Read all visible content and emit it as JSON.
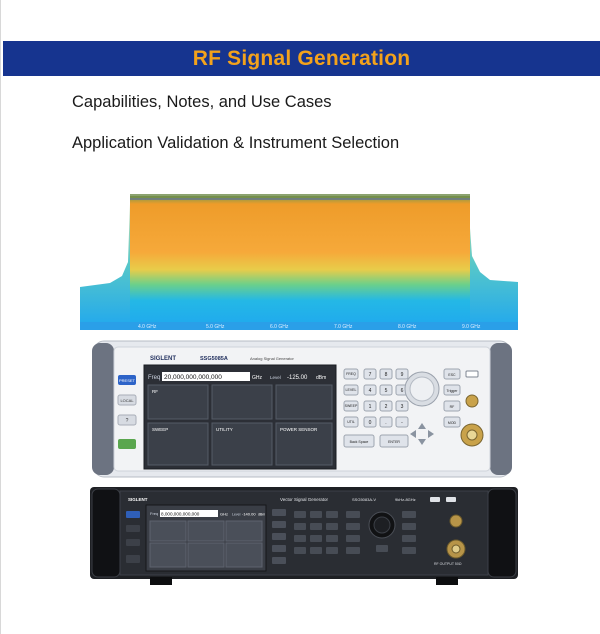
{
  "banner": {
    "title": "RF Signal Generation",
    "background": "#16348f",
    "title_color": "#f3a21c"
  },
  "subtitles": [
    "Capabilities, Notes, and Use Cases",
    "Application Validation & Instrument Selection"
  ],
  "spectrum_ticks": [
    "4.0 GHz",
    "5.0 GHz",
    "6.0 GHz",
    "7.0 GHz",
    "8.0 GHz",
    "9.0 GHz"
  ],
  "instrument1": {
    "brand": "SIGLENT",
    "model": "SSG5085A",
    "description": "Analog Signal Generator",
    "freq_label": "Freq",
    "freq_value": "20,000,000,000,000",
    "freq_unit": "GHz",
    "level_label": "Level",
    "level_value": "-125.00",
    "level_unit": "dBm",
    "left_buttons": [
      "PRESET",
      "LOCAL",
      "?"
    ],
    "tiles": [
      "RF",
      "SWEEP",
      "UTILITY",
      "POWER SENSOR"
    ],
    "keys": [
      "FREQ",
      "LEVEL",
      "SWEEP",
      "UTIL",
      "7",
      "8",
      "9",
      "4",
      "5",
      "6",
      "1",
      "2",
      "3",
      "0",
      ".",
      "-",
      "Back Space",
      "ENTER",
      "ESC",
      "Trigger",
      "RF",
      "MOD"
    ]
  },
  "instrument2": {
    "brand": "SIGLENT",
    "title": "Vector Signal Generator",
    "model": "SSG5083A-V",
    "range": "9kHz-8GHz",
    "freq_label": "Freq",
    "freq_value": "8,000,000,000,000",
    "freq_unit": "GHz",
    "level_label": "Level",
    "level_value": "-140.00",
    "level_unit": "dBm",
    "output_label": "RF OUTPUT 50Ω"
  }
}
